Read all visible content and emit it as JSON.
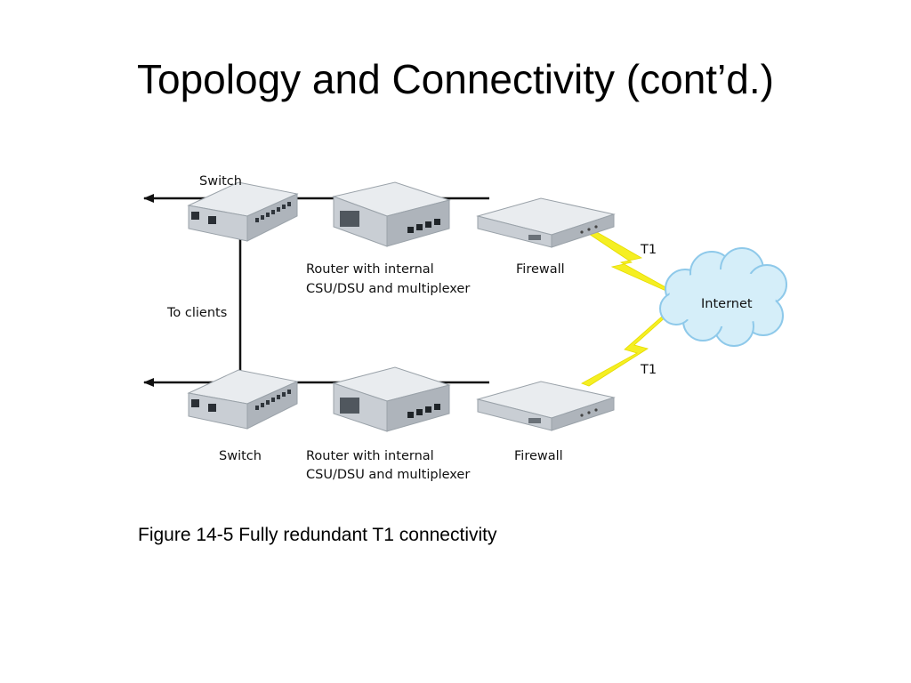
{
  "slide": {
    "title": "Topology and Connectivity (cont’d.)",
    "caption": "Figure 14-5 Fully redundant T1 connectivity"
  },
  "diagram": {
    "labels": {
      "switch_top": "Switch",
      "switch_bottom": "Switch",
      "router_top_line1": "Router with internal",
      "router_top_line2": "CSU/DSU and multiplexer",
      "router_bottom_line1": "Router with internal",
      "router_bottom_line2": "CSU/DSU and multiplexer",
      "firewall_top": "Firewall",
      "firewall_bottom": "Firewall",
      "to_clients": "To clients",
      "t1_top": "T1",
      "t1_bottom": "T1",
      "internet": "Internet"
    },
    "colors": {
      "lightning": "#f5ef22",
      "cloud_fill": "#d5eef9",
      "cloud_stroke": "#8ec9ea",
      "device_top": "#e9ecef",
      "device_front": "#c9ced4",
      "device_side": "#aeb4bb"
    }
  }
}
